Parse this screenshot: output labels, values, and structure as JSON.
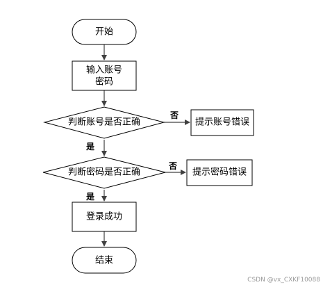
{
  "nodes": {
    "start": "开始",
    "input_line1": "输入账号",
    "input_line2": "密码",
    "check_account": "判断账号是否正确",
    "account_error": "提示账号错误",
    "check_password": "判断密码是否正确",
    "password_error": "提示密码错误",
    "login_success": "登录成功",
    "end": "结束"
  },
  "edges": {
    "account_no": "否",
    "account_yes": "是",
    "password_no": "否",
    "password_yes": "是"
  },
  "watermark": "CSDN @vx_CXKF10088"
}
